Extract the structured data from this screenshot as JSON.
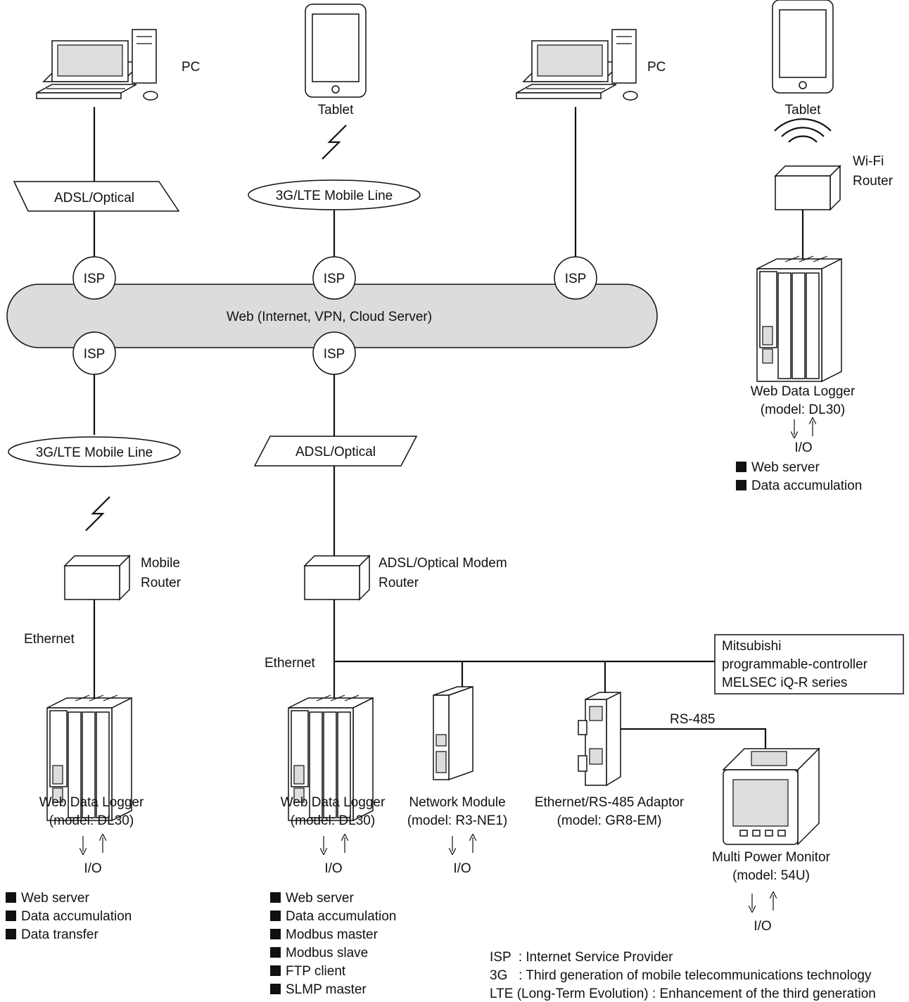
{
  "devices": {
    "pc": "PC",
    "tablet": "Tablet",
    "wifi_router": [
      "Wi-Fi",
      "Router"
    ],
    "mobile_router": [
      "Mobile",
      "Router"
    ],
    "modem_router": [
      "ADSL/Optical Modem",
      "Router"
    ]
  },
  "links": {
    "adsl_optical": "ADSL/Optical",
    "mobile_line": "3G/LTE Mobile Line",
    "isp": "ISP",
    "ethernet": "Ethernet",
    "rs485": "RS-485",
    "io": "I/O"
  },
  "cloud": {
    "label": "Web (Internet, VPN, Cloud Server)"
  },
  "products": {
    "dl30": [
      "Web Data Logger",
      "(model: DL30)"
    ],
    "ne1": [
      "Network Module",
      "(model: R3-NE1)"
    ],
    "gr8": [
      "Ethernet/RS-485 Adaptor",
      "(model: GR8-EM)"
    ],
    "u54": [
      "Multi Power Monitor",
      "(model: 54U)"
    ],
    "plc": [
      "Mitsubishi",
      "programmable-controller",
      "MELSEC iQ-R series"
    ]
  },
  "features": {
    "right_logger": [
      "Web server",
      "Data accumulation"
    ],
    "left_logger": [
      "Web server",
      "Data accumulation",
      "Data transfer"
    ],
    "center_logger": [
      "Web server",
      "Data accumulation",
      "Modbus master",
      "Modbus slave",
      "FTP client",
      "SLMP master"
    ]
  },
  "legend": [
    "ISP  : Internet Service Provider",
    "3G   : Third generation of mobile telecommunications technology",
    "LTE (Long-Term Evolution) : Enhancement of the third generation"
  ]
}
